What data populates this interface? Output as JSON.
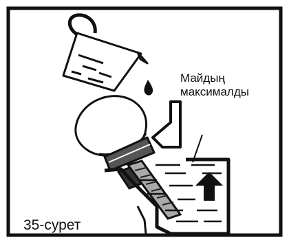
{
  "oil_label": {
    "line1": "Майдың",
    "line2": "максималды"
  },
  "caption": "35-сурет",
  "colors": {
    "ink": "#111111",
    "background": "#ffffff"
  }
}
